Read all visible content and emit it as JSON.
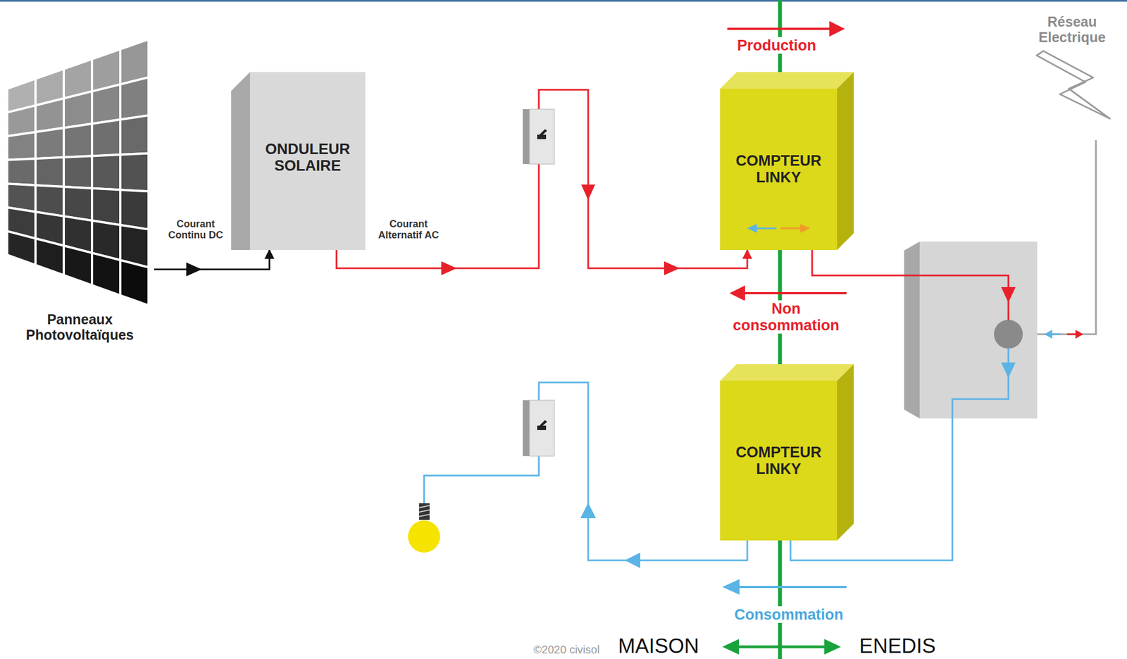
{
  "diagram": {
    "nodes": [
      {
        "text": [
          "Panneaux Photovoltaïques"
        ]
      },
      {
        "text": [
          "ONDULEUR SOLAIRE"
        ]
      },
      {
        "text": [
          "COMPTEUR LINKY"
        ]
      },
      {
        "text": [
          "COMPTEUR LINKY"
        ]
      }
    ],
    "edges": [
      {
        "from": 0,
        "to": 1,
        "label": "Courant Continu DC",
        "arrow": "to"
      },
      {
        "from": 1,
        "to": 2,
        "label": "Courant Alternatif AC",
        "arrow": "to"
      }
    ],
    "labels": [
      "Production",
      "Non consommation",
      "Consommation",
      "Réseau Electrique",
      "MAISON",
      "ENEDIS",
      "©2020 civisol"
    ]
  }
}
